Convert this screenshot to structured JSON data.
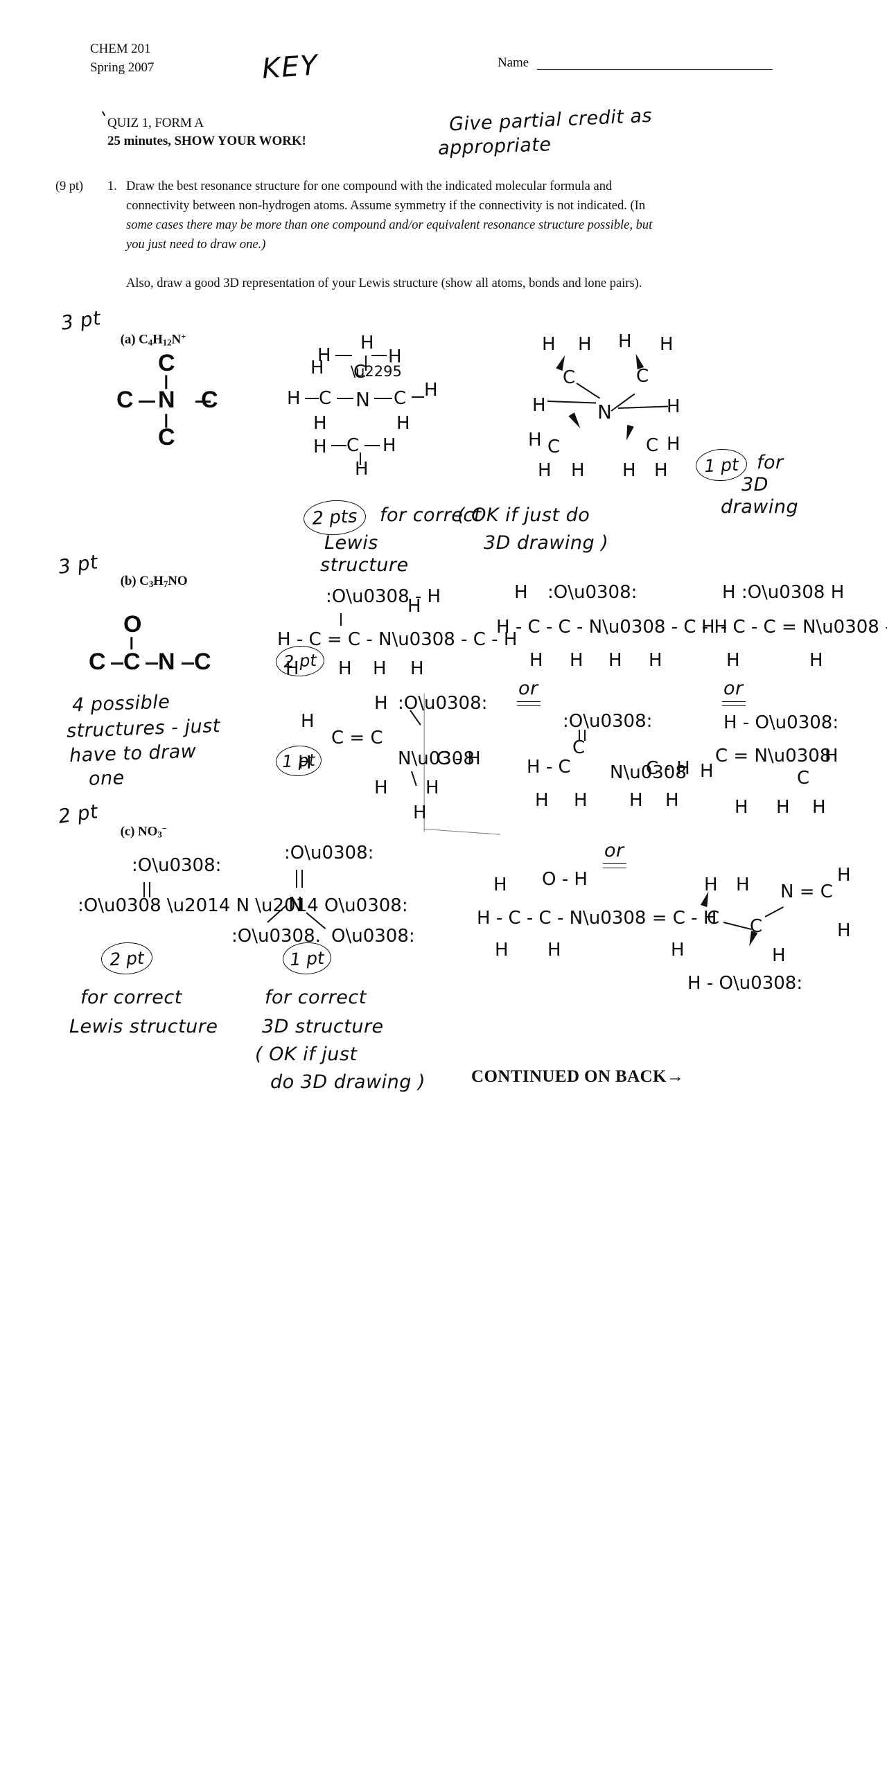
{
  "document": {
    "course": "CHEM 201",
    "term": "Spring 2007",
    "quiz_line": "QUIZ 1, FORM A",
    "duration_line": "25 minutes, SHOW YOUR WORK!",
    "name_label": "Name",
    "key_mark": "KEY",
    "grader_note_line1": "Give partial credit as",
    "grader_note_line2": "appropriate",
    "continued": "CONTINUED ON BACK→"
  },
  "question": {
    "points": "(9 pt)",
    "number": "1.",
    "line1": "Draw the best resonance structure for one compound with the indicated molecular formula and",
    "line2": "connectivity between non-hydrogen atoms.  Assume symmetry if the connectivity is not indicated.   (In",
    "line3_italic": "some cases there may be more than one compound and/or equivalent resonance structure possible, but",
    "line4_italic": "you just need to draw one.)",
    "line5": "Also, draw a good 3D representation of your Lewis structure (show all atoms, bonds and lone pairs)."
  },
  "parts": [
    {
      "id": "a",
      "label": "(a) C",
      "formula_sub1": "4",
      "formula_mid": "H",
      "formula_sub2": "12",
      "formula_end": "N",
      "formula_charge": "+",
      "margin_points": "3 pt",
      "skeleton": {
        "center": "N",
        "top": "C",
        "left": "C",
        "right": "C",
        "bottom": "C"
      },
      "annotations": [
        {
          "text": "2 pts",
          "type": "circled"
        },
        {
          "text": "for correct",
          "type": "hand"
        },
        {
          "text": "Lewis",
          "type": "hand"
        },
        {
          "text": "structure",
          "type": "hand"
        },
        {
          "text": "( OK if just do",
          "type": "hand"
        },
        {
          "text": "3D drawing )",
          "type": "hand"
        },
        {
          "text": "1 pt",
          "type": "circled"
        },
        {
          "text": "for",
          "type": "hand"
        },
        {
          "text": "3D",
          "type": "hand"
        },
        {
          "text": "drawing",
          "type": "hand"
        }
      ],
      "lewis_atoms": [
        "H",
        "C",
        "N",
        "C",
        "H",
        "H",
        "C",
        "H",
        "C",
        "H"
      ],
      "charge_symbol": "⊕"
    },
    {
      "id": "b",
      "label": "(b) C",
      "formula_sub1": "3",
      "formula_mid": "H",
      "formula_sub2": "7",
      "formula_end": "NO",
      "formula_charge": "",
      "margin_points": "3 pt",
      "skeleton_text": "C—C—N—C",
      "skeleton_top": "O",
      "annotations": [
        {
          "text": "4 possible",
          "type": "hand"
        },
        {
          "text": "structures - just",
          "type": "hand"
        },
        {
          "text": "have to draw",
          "type": "hand"
        },
        {
          "text": "one",
          "type": "hand"
        },
        {
          "text": "2 pt",
          "type": "circled"
        },
        {
          "text": "1 pt",
          "type": "circled"
        },
        {
          "text": "or",
          "type": "hand"
        },
        {
          "text": "or",
          "type": "hand"
        }
      ]
    },
    {
      "id": "c",
      "label": "(c) NO",
      "formula_sub1": "3",
      "formula_mid": "",
      "formula_sub2": "",
      "formula_end": "",
      "formula_charge": "−",
      "margin_points": "2 pt",
      "annotations": [
        {
          "text": "2 pt",
          "type": "circled"
        },
        {
          "text": "for correct",
          "type": "hand"
        },
        {
          "text": "Lewis structure",
          "type": "hand"
        },
        {
          "text": "1 pt",
          "type": "circled"
        },
        {
          "text": "for correct",
          "type": "hand"
        },
        {
          "text": "3D structure",
          "type": "hand"
        },
        {
          "text": "( OK if just",
          "type": "hand"
        },
        {
          "text": "do 3D drawing )",
          "type": "hand"
        },
        {
          "text": "or",
          "type": "hand"
        }
      ]
    }
  ],
  "colors": {
    "ink": "#0d0d0d",
    "print": "#111111",
    "paper": "#ffffff"
  }
}
